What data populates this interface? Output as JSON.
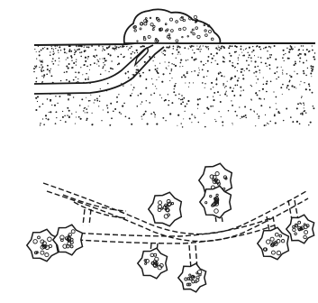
{
  "figure": {
    "background": "#ffffff",
    "ink": "#1a1a1a",
    "panels": [
      {
        "name": "cross-section-panel",
        "parts": [
          "soil-surface",
          "hyphal-tube",
          "fruiting-mound"
        ]
      },
      {
        "name": "network-panel",
        "parts": [
          "hyphal-branches",
          "sclerotium-clusters"
        ]
      }
    ]
  }
}
